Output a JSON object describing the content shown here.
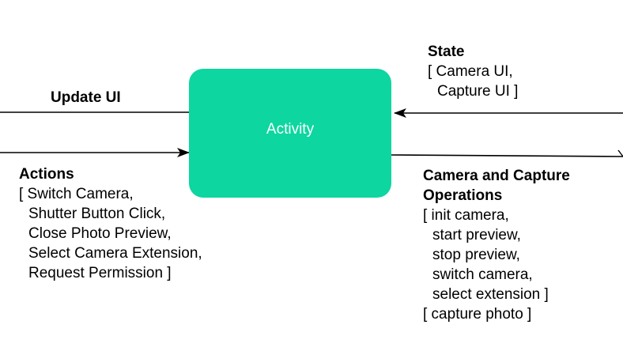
{
  "colors": {
    "activity_fill": "#0dd6a0",
    "line": "#000000",
    "text": "#000000"
  },
  "activity": {
    "label": "Activity"
  },
  "update_ui": {
    "title": "Update UI"
  },
  "state": {
    "title": "State",
    "lines": [
      "[ Camera UI,",
      "  Capture UI ]"
    ]
  },
  "actions": {
    "title": "Actions",
    "lines": [
      "[ Switch Camera,",
      "  Shutter Button Click,",
      "  Close Photo Preview,",
      "  Select Camera Extension,",
      "  Request Permission ]"
    ]
  },
  "operations": {
    "title_lines": [
      "Camera and Capture",
      "Operations"
    ],
    "lines": [
      "[ init camera,",
      "  start preview,",
      "  stop preview,",
      "  switch camera,",
      "  select extension ]",
      "[ capture photo ]"
    ]
  }
}
